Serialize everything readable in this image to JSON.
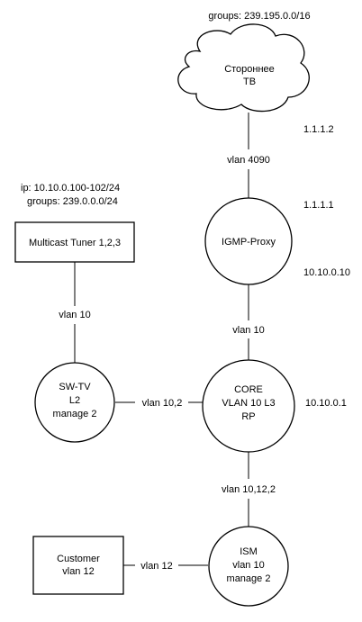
{
  "annotations": {
    "cloud_groups": "groups: 239.195.0.0/16",
    "ip_cloud_side": "1.1.1.2",
    "ip_proxy_wan": "1.1.1.1",
    "ip_proxy_lan": "10.10.0.10",
    "ip_core": "10.10.0.1",
    "tuner_ip": "ip: 10.10.0.100-102/24",
    "tuner_groups": "groups: 239.0.0.0/24"
  },
  "nodes": {
    "cloud": {
      "line1": "Стороннее",
      "line2": "ТВ"
    },
    "igmp_proxy": {
      "line1": "IGMP-Proxy"
    },
    "core": {
      "line1": "CORE",
      "line2": "VLAN 10 L3",
      "line3": "RP"
    },
    "sw_tv": {
      "line1": "SW-TV",
      "line2": "L2",
      "line3": "manage 2"
    },
    "ism": {
      "line1": "ISM",
      "line2": "vlan 10",
      "line3": "manage 2"
    },
    "tuner": {
      "line1": "Multicast Tuner 1,2,3"
    },
    "customer": {
      "line1": "Customer",
      "line2": "vlan 12"
    }
  },
  "links": {
    "cloud_proxy": "vlan 4090",
    "proxy_core": "vlan 10",
    "tuner_swtv": "vlan 10",
    "swtv_core": "vlan 10,2",
    "core_ism": "vlan 10,12,2",
    "customer_ism": "vlan 12"
  }
}
